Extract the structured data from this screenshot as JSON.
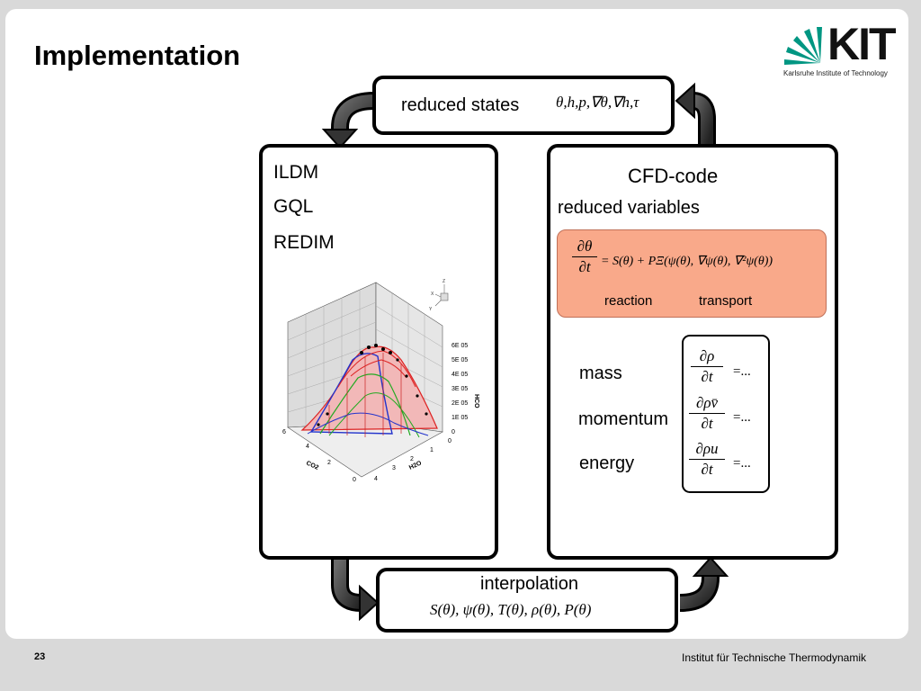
{
  "slide": {
    "title": "Implementation",
    "page_number": "23",
    "institute": "Institut für Technische Thermodynamik"
  },
  "logo": {
    "word": "KIT",
    "subtitle": "Karlsruhe Institute of Technology",
    "brand_color": "#009682"
  },
  "top_box": {
    "label": "reduced states",
    "formula": "θ,h,p,∇θ,∇h,τ"
  },
  "left_box": {
    "methods": [
      "ILDM",
      "GQL",
      "REDIM"
    ],
    "plot": {
      "axis_z_ticks": [
        "6E 05",
        "5E 05",
        "4E 05",
        "3E 05",
        "2E 05",
        "1E 05",
        "0"
      ],
      "axis_z_label": "HCO",
      "axis_co2_ticks": [
        "6",
        "4",
        "2",
        "0"
      ],
      "axis_co2_label": "CO2",
      "axis_h2o_ticks": [
        "0",
        "1",
        "2",
        "3",
        "4"
      ],
      "axis_h2o_label": "H2O",
      "triad": [
        "Z",
        "X",
        "Y"
      ]
    }
  },
  "right_box": {
    "title": "CFD-code",
    "subtitle": "reduced variables",
    "equation": {
      "lhs_num": "∂θ",
      "lhs_den": "∂t",
      "rhs": "= S(θ) + PΞ(ψ(θ), ∇ψ(θ), ∇²ψ(θ))",
      "label_reaction": "reaction",
      "label_transport": "transport",
      "highlight_color": "#f9a98a"
    },
    "conservation": {
      "mass_label": "mass",
      "momentum_label": "momentum",
      "energy_label": "energy",
      "mass_num": "∂ρ",
      "momentum_num": "∂ρv̄",
      "energy_num": "∂ρu",
      "den": "∂t",
      "rhs": "=..."
    }
  },
  "bottom_box": {
    "label": "interpolation",
    "formula": "S(θ), ψ(θ), T(θ), ρ(θ), P(θ)"
  }
}
